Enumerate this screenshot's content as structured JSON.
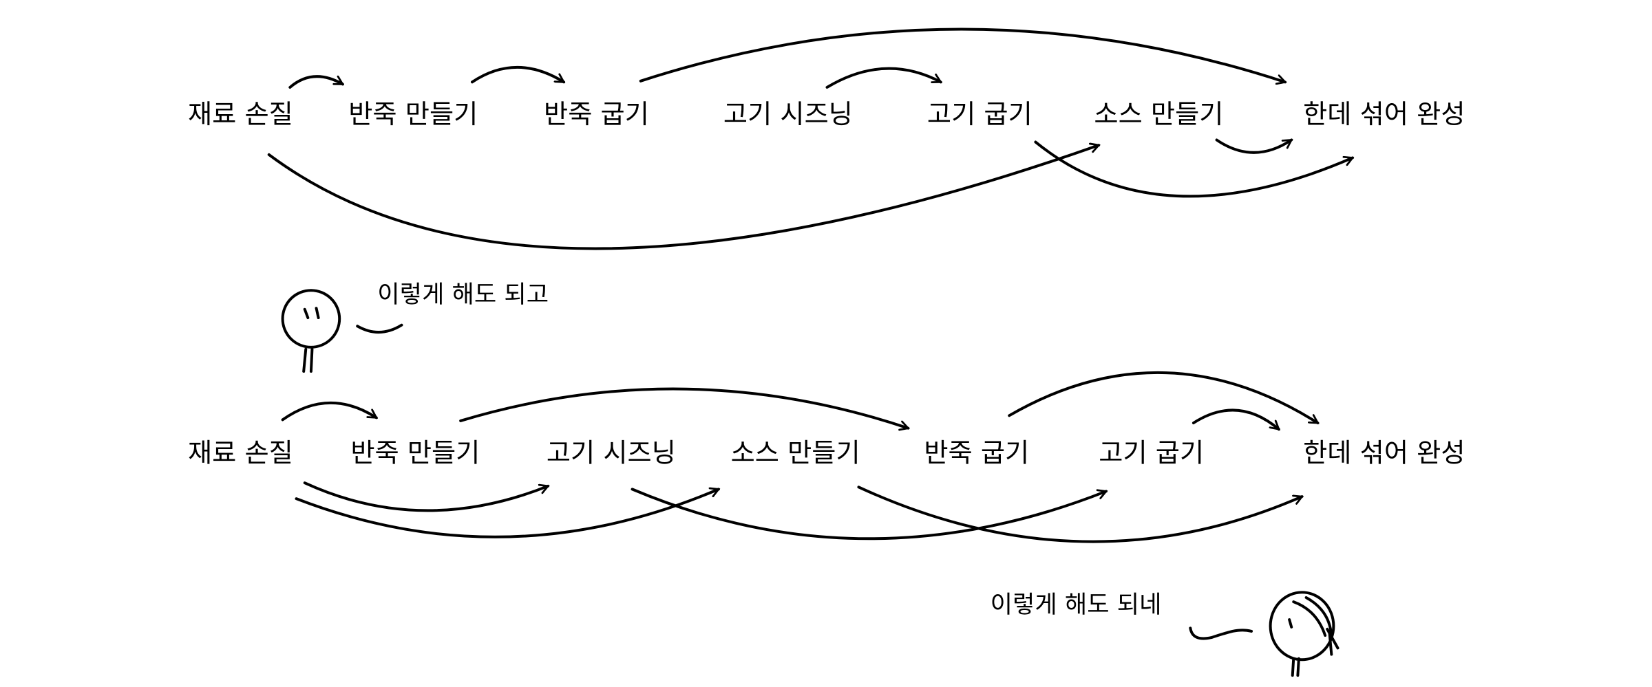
{
  "flow_a": {
    "steps": [
      "재료 손질",
      "반죽 만들기",
      "반죽 굽기",
      "고기 시즈닝",
      "고기 굽기",
      "소스 만들기",
      "한데 섞어 완성"
    ],
    "edges": [
      [
        "재료 손질",
        "반죽 만들기"
      ],
      [
        "반죽 만들기",
        "반죽 굽기"
      ],
      [
        "반죽 굽기",
        "한데 섞어 완성"
      ],
      [
        "고기 시즈닝",
        "고기 굽기"
      ],
      [
        "재료 손질",
        "소스 만들기"
      ],
      [
        "고기 굽기",
        "한데 섞어 완성"
      ],
      [
        "소스 만들기",
        "한데 섞어 완성"
      ]
    ]
  },
  "caption_a": "이렇게 해도 되고",
  "flow_b": {
    "steps": [
      "재료 손질",
      "반죽 만들기",
      "고기 시즈닝",
      "소스 만들기",
      "반죽 굽기",
      "고기 굽기",
      "한데 섞어 완성"
    ],
    "edges": [
      [
        "재료 손질",
        "반죽 만들기"
      ],
      [
        "반죽 만들기",
        "반죽 굽기"
      ],
      [
        "반죽 굽기",
        "한데 섞어 완성"
      ],
      [
        "고기 굽기",
        "한데 섞어 완성"
      ],
      [
        "재료 손질",
        "고기 시즈닝"
      ],
      [
        "재료 손질",
        "소스 만들기"
      ],
      [
        "고기 시즈닝",
        "고기 굽기"
      ],
      [
        "소스 만들기",
        "한데 섞어 완성"
      ]
    ]
  },
  "caption_b": "이렇게 해도 되네"
}
